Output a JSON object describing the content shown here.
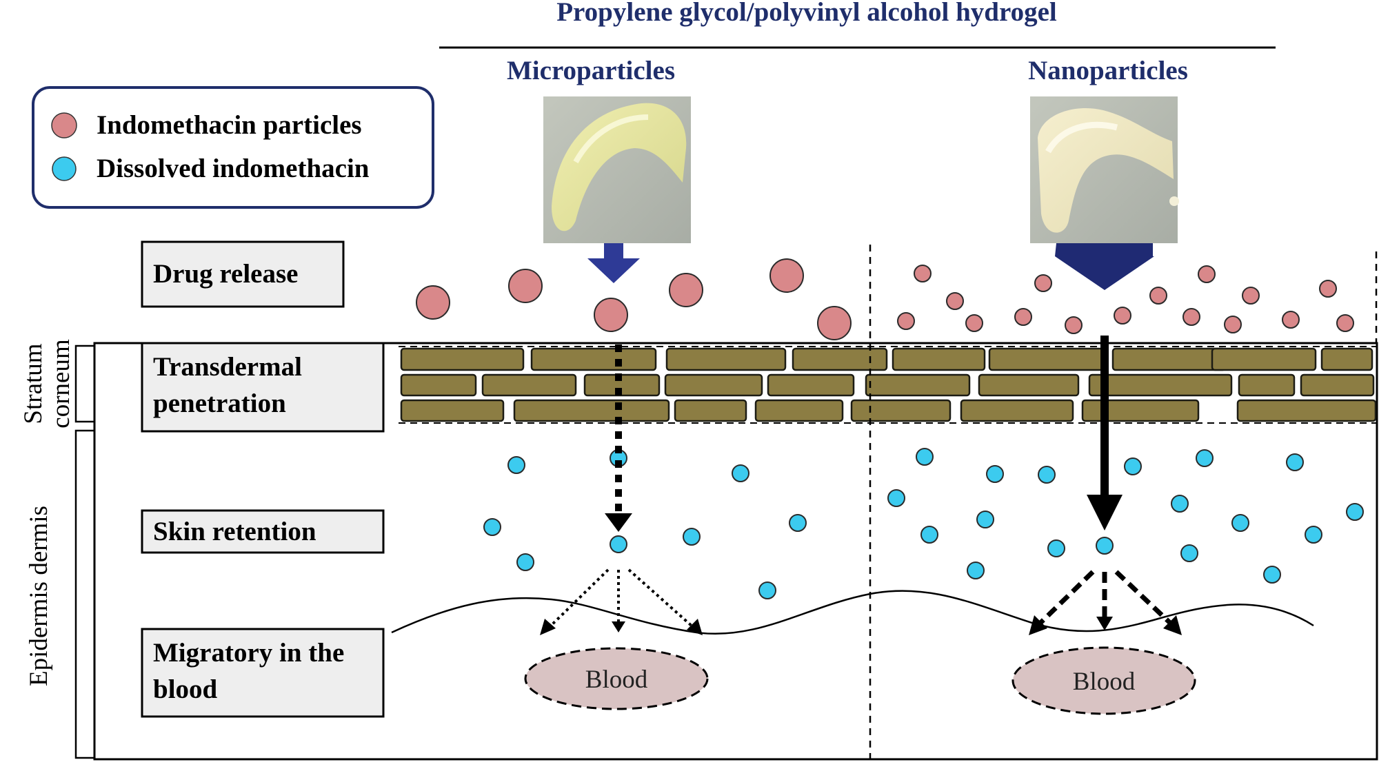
{
  "header": {
    "title": "Propylene glycol/polyvinyl alcohol hydrogel",
    "left_column": "Microparticles",
    "right_column": "Nanoparticles"
  },
  "legend": {
    "items": [
      {
        "label": "Indomethacin particles",
        "color": "#d9888a"
      },
      {
        "label": "Dissolved indomethacin",
        "color": "#3ccbef"
      }
    ]
  },
  "process_steps": [
    {
      "label_lines": [
        "Drug release"
      ]
    },
    {
      "label_lines": [
        "Transdermal",
        "penetration"
      ]
    },
    {
      "label_lines": [
        "Skin retention"
      ]
    },
    {
      "label_lines": [
        "Migratory in the",
        "blood"
      ]
    }
  ],
  "layers": {
    "stratum_corneum_lines": [
      "Stratum",
      "corneum"
    ],
    "epidermis_dermis": "Epidermis dermis"
  },
  "blood_left": "Blood",
  "blood_right": "Blood",
  "colors": {
    "title_navy": "#1f2e6b",
    "arrow_navy": "#2e3a96",
    "arrow_navy_dark": "#1f2a73",
    "brick": "#8c7d43",
    "particle_pink": "#d9888a",
    "dissolved_blue": "#3ccbef",
    "blood_fill": "#d9c3c3",
    "label_box_fill": "#eeeeee"
  }
}
